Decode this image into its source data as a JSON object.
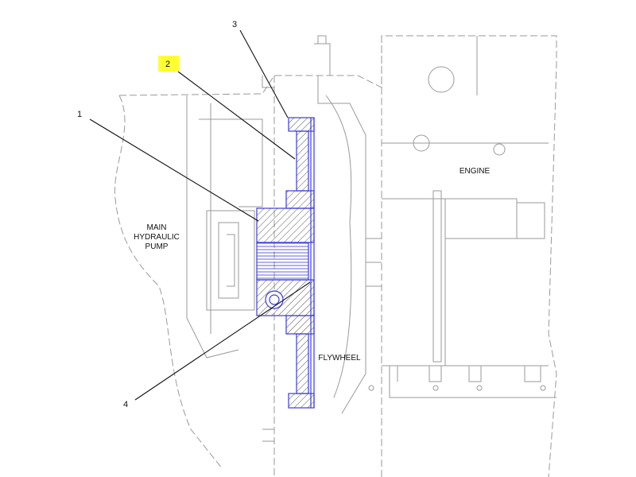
{
  "diagram": {
    "labels": {
      "pump": [
        "MAIN",
        "HYDRAULIC",
        "PUMP"
      ],
      "engine": "ENGINE",
      "flywheel": "FLYWHEEL"
    },
    "callouts": [
      {
        "id": "1",
        "highlighted": false
      },
      {
        "id": "2",
        "highlighted": true
      },
      {
        "id": "3",
        "highlighted": false
      },
      {
        "id": "4",
        "highlighted": false
      }
    ],
    "colors": {
      "part": "#3b3bdc",
      "highlight": "#ffff33",
      "background_lines": "#9a9a9a"
    }
  }
}
